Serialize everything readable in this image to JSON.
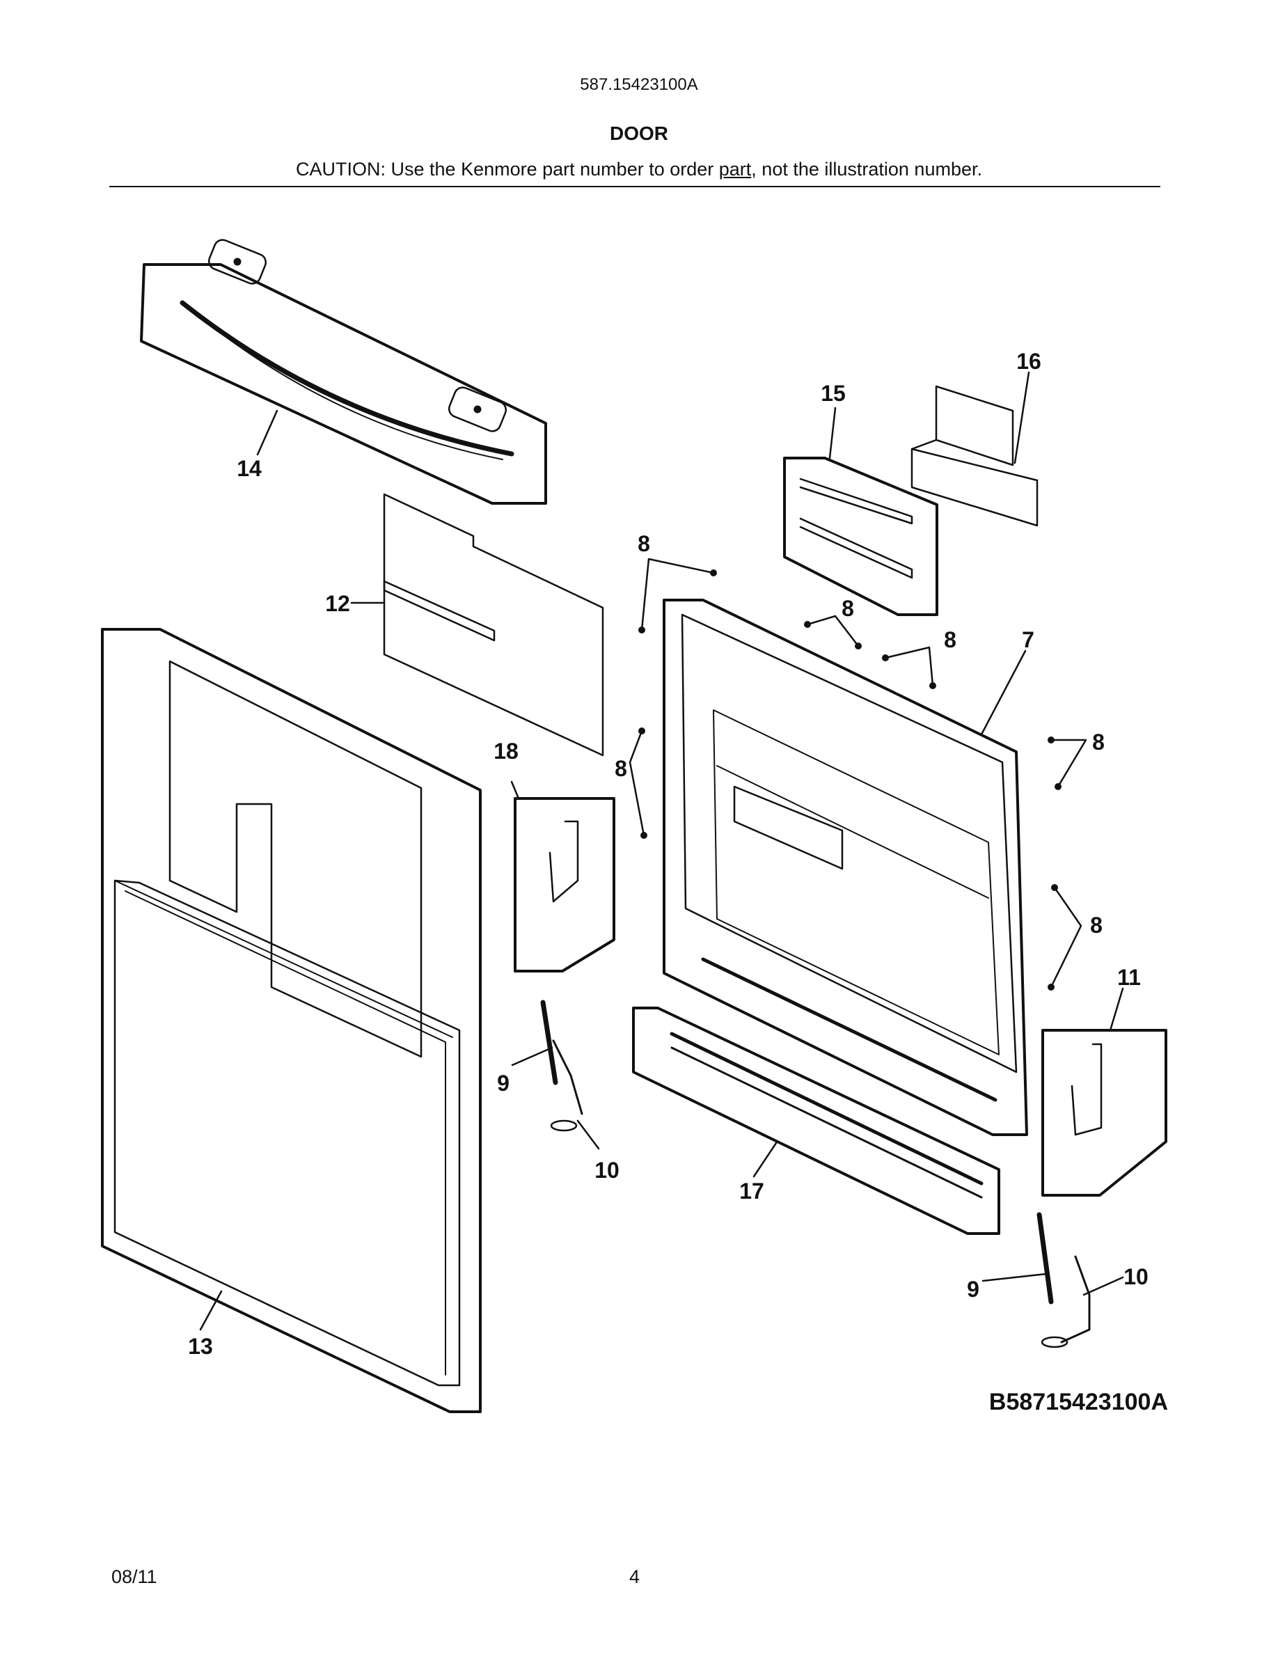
{
  "header": {
    "model_number": "587.15423100A",
    "section_title": "DOOR",
    "caution_before": "CAUTION: Use the Kenmore part number to order ",
    "caution_underlined": "part",
    "caution_after": ", not the illustration number."
  },
  "callouts": {
    "c7": "7",
    "c8": "8",
    "c9": "9",
    "c10": "10",
    "c11": "11",
    "c12": "12",
    "c13": "13",
    "c14": "14",
    "c15": "15",
    "c16": "16",
    "c17": "17",
    "c18": "18"
  },
  "diagram_code": "B58715423100A",
  "footer": {
    "date": "08/11",
    "page_number": "4"
  }
}
